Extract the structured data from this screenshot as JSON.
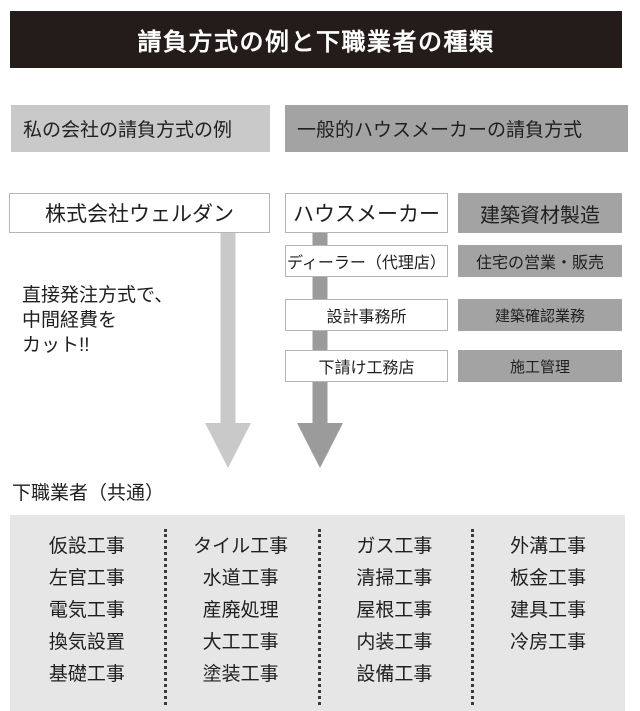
{
  "title": "請負方式の例と下職業者の種類",
  "columns": {
    "left_subtitle": "私の会社の請負方式の例",
    "right_subtitle": "一般的ハウスメーカーの請負方式"
  },
  "left_column": {
    "company_box": "株式会社ウェルダン",
    "note": "直接発注方式で、\n中間経費を\nカット!!"
  },
  "middle_column": {
    "steps": [
      "ハウスメーカー",
      "ディーラー（代理店）",
      "設計事務所",
      "下請け工務店"
    ]
  },
  "right_column": {
    "roles": [
      "建築資材製造",
      "住宅の営業・販売",
      "建築確認業務",
      "施工管理"
    ]
  },
  "trades": {
    "label": "下職業者（共通）",
    "columns": [
      [
        "仮設工事",
        "左官工事",
        "電気工事",
        "換気設置",
        "基礎工事"
      ],
      [
        "タイル工事",
        "水道工事",
        "産廃処理",
        "大工工事",
        "塗装工事"
      ],
      [
        "ガス工事",
        "清掃工事",
        "屋根工事",
        "内装工事",
        "設備工事"
      ],
      [
        "外溝工事",
        "板金工事",
        "建具工事",
        "冷房工事"
      ]
    ]
  },
  "colors": {
    "title_bg": "#231c1a",
    "light_gray": "#c9c9c9",
    "mid_gray": "#a3a3a3",
    "arrow_left": "#c9c9c9",
    "arrow_right": "#9b9b9b",
    "table_bg": "#e6e6e6"
  }
}
